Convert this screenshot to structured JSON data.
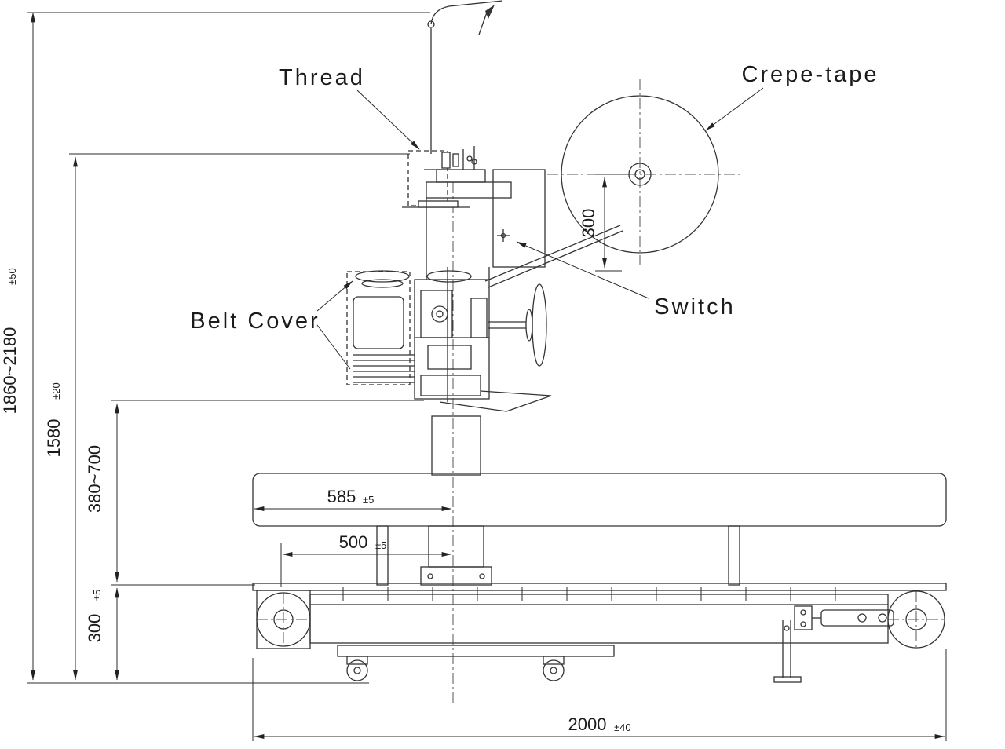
{
  "drawing": {
    "labels": {
      "thread": "Thread",
      "crepe_tape": "Crepe-tape",
      "belt_cover": "Belt Cover",
      "switch": "Switch"
    },
    "dims": {
      "overall_height": {
        "value": "1860~2180",
        "tol": "±50"
      },
      "machine_height": {
        "value": "1580",
        "tol": "±20"
      },
      "table_height_range": {
        "value": "380~700"
      },
      "conveyor_height": {
        "value": "300",
        "tol": "±5"
      },
      "table_edge_to_center": {
        "value": "585",
        "tol": "±5"
      },
      "belt_end_to_center": {
        "value": "500",
        "tol": "±5"
      },
      "roll_size": {
        "value": "300"
      },
      "overall_length": {
        "value": "2000",
        "tol": "±40"
      }
    }
  }
}
